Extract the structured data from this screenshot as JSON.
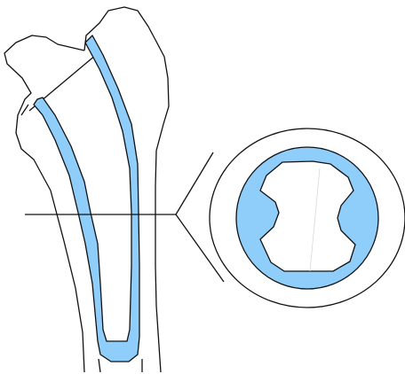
{
  "colors": {
    "background": "#ffffff",
    "outline": "#111111",
    "canal_fill": "#8fcdfa",
    "seam": "#d8d8d8"
  },
  "parts": {
    "bone": "bone-outline",
    "canal": "medullary-canal",
    "callout": "cross-section-callout"
  }
}
